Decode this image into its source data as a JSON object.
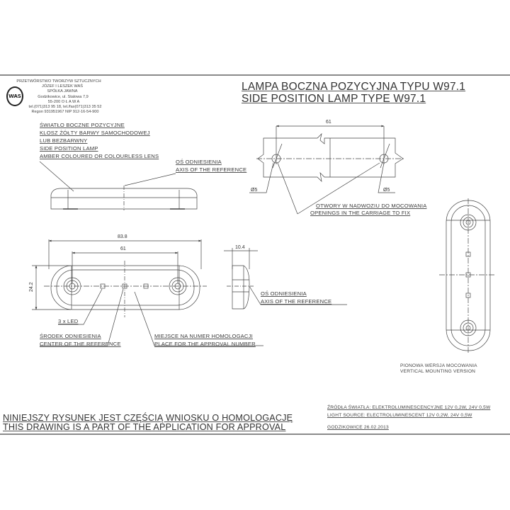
{
  "company": {
    "logo_text": "WAS",
    "lines": [
      "PRZETWÓRSTWO TWORZYW SZTUCZNYCH",
      "JÓZEF I LESZEK WAŚ",
      "SPÓŁKA JAWNA",
      "Godzikowice, ul. Stalowa 7,9",
      "55-200   O Ł A W A",
      "tel.(071)313 95 18, tel./fax(071)313 35 52",
      "Regon 931951967 NIP 912-16-54-900"
    ]
  },
  "title": {
    "pl": "LAMPA BOCZNA POZYCYJNA TYPU W97.1",
    "en": "SIDE POSITION LAMP TYPE W97.1"
  },
  "labels": {
    "lamp_description": [
      "ŚWIATŁO BOCZNE POZYCYJNE",
      "KLOSZ ŻÓŁTY BARWY SAMOCHODOWEJ",
      " LUB BEZBARWNY",
      "SIDE POSITION LAMP",
      "AMBER COLOURED OR COLOURLESS LENS"
    ],
    "axis_reference_top": [
      "OŚ ODNIESIENIA",
      "AXIS OF THE REFERENCE"
    ],
    "openings": [
      "OTWORY W NADWOZIU DO MOCOWANIA",
      "OPENINGS IN THE CARRIAGE TO FIX"
    ],
    "axis_reference_side": [
      "OŚ ODNIESIENIA",
      "AXIS OF THE REFERENCE"
    ],
    "led_count": "3 x LED",
    "center_reference": [
      "ŚRODEK ODNIESIENIA",
      "CENTER OF THE REFERENCE"
    ],
    "approval_place": [
      "MIEJSCE NA NUMER HOMOLOGACJI",
      "PLACE FOR THE APPROVAL NUMBER"
    ],
    "vertical_version": [
      "PIONOWA WERSJA MOCOWANIA",
      "VERTICAL MOUNTING VERSION"
    ]
  },
  "dimensions": {
    "hole_spacing_top": "61",
    "hole_dia_left": "Ø5",
    "hole_dia_right": "Ø5",
    "overall_length": "83.8",
    "hole_spacing_front": "61",
    "height": "24.2",
    "depth": "10.4"
  },
  "footer": {
    "approval_pl": "NINIEJSZY RYSUNEK JEST CZĘŚCIĄ WNIOSKU O  HOMOLOGACJĘ",
    "approval_en": "THIS DRAWING IS A PART OF THE APPLICATION FOR  APPROVAL",
    "light_source_pl": "ŹRÓDŁA ŚWIATŁA: ELEKTROLUMINESCENCYJNE  12V  0,2W, 24V  0,5W",
    "light_source_en": "LIGHT SOURCE: ELECTROLUMINESCENT  12V  0,2W, 24V  0,5W",
    "place_date": "GODZIKOWICE   26.02.2013"
  }
}
